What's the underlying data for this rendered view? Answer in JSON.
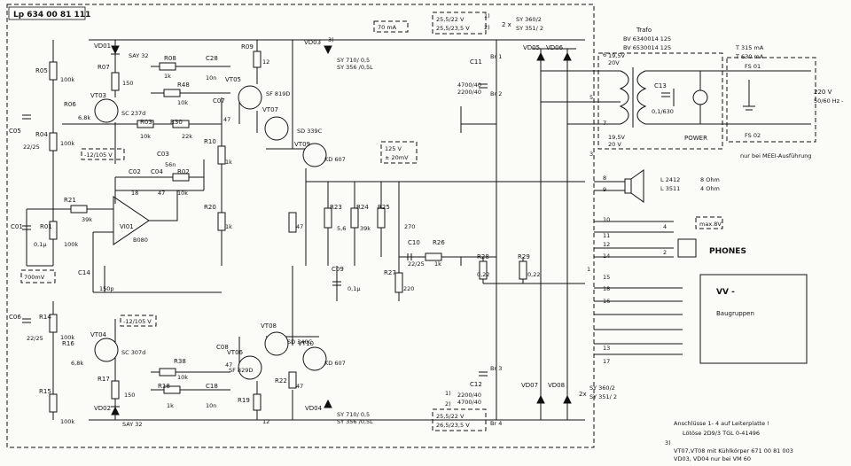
{
  "board_id": "Lp 634 00 81 111",
  "voltage_notes": {
    "top_rail": "25,5/22 V",
    "top_rail_2": "25,5/23,5 V",
    "bottom_rail": "25,5/22 V",
    "bottom_rail_2": "26,5/23,5 V",
    "neg_bias_1": "-12/105 V",
    "neg_bias_2": "-12/105 V",
    "current_70ma": "70 mA",
    "out_dc": "125 V",
    "out_dc_2": "± 20mV",
    "in_level": "700mV",
    "max_8v": "max.8V"
  },
  "references": {
    "note1": "1)",
    "note2": "2)",
    "note3": "3)",
    "note1b": "1)",
    "note2b": "2)",
    "note3b": "3)"
  },
  "components": [
    {
      "ref": "VD01",
      "val": "SAY 32"
    },
    {
      "ref": "R05",
      "val": "100k"
    },
    {
      "ref": "R07",
      "val": "150"
    },
    {
      "ref": "R08",
      "val": "1k"
    },
    {
      "ref": "C28",
      "val": "10n"
    },
    {
      "ref": "R48",
      "val": "10k"
    },
    {
      "ref": "VT03",
      "val": "SC 237d"
    },
    {
      "ref": "R06",
      "val": "6,8k"
    },
    {
      "ref": "C05",
      "val": "22/25"
    },
    {
      "ref": "R04",
      "val": "100k"
    },
    {
      "ref": "R03",
      "val": "10k"
    },
    {
      "ref": "R30",
      "val": "22k"
    },
    {
      "ref": "C03",
      "val": "56n"
    },
    {
      "ref": "C02",
      "val": "18"
    },
    {
      "ref": "C04",
      "val": "47"
    },
    {
      "ref": "R02",
      "val": "10k"
    },
    {
      "ref": "R21",
      "val": "39k"
    },
    {
      "ref": "VI01",
      "val": "B080"
    },
    {
      "ref": "C01",
      "val": "0,1µ"
    },
    {
      "ref": "R01",
      "val": "100k"
    },
    {
      "ref": "C14",
      "val": "150p"
    },
    {
      "ref": "R09",
      "val": "12"
    },
    {
      "ref": "VT05",
      "val": "SF 819D"
    },
    {
      "ref": "C07",
      "val": "47"
    },
    {
      "ref": "R10",
      "val": "1k"
    },
    {
      "ref": "R20",
      "val": "1k"
    },
    {
      "ref": "VD03",
      "val": "SY 710/ 0,5"
    },
    {
      "ref": "VD03b",
      "val": "SY 356 /0,5L"
    },
    {
      "ref": "VT07",
      "val": "SD 339C"
    },
    {
      "ref": "VT09",
      "val": "KD 607"
    },
    {
      "ref": "R21b",
      "val": "47"
    },
    {
      "ref": "R23",
      "val": "5,6"
    },
    {
      "ref": "R24",
      "val": "39k"
    },
    {
      "ref": "R25",
      "val": "270"
    },
    {
      "ref": "C10",
      "val": "22/25"
    },
    {
      "ref": "R26",
      "val": "1k"
    },
    {
      "ref": "C09",
      "val": "0,1µ"
    },
    {
      "ref": "R27",
      "val": "220"
    },
    {
      "ref": "R28",
      "val": "0,22"
    },
    {
      "ref": "R29",
      "val": "0,22"
    },
    {
      "ref": "C11",
      "val": "4700/40"
    },
    {
      "ref": "C11b",
      "val": "2200/40"
    },
    {
      "ref": "C12",
      "val": "2200/40"
    },
    {
      "ref": "C12b",
      "val": "4700/40"
    },
    {
      "ref": "VD05",
      "val": ""
    },
    {
      "ref": "VD06",
      "val": ""
    },
    {
      "ref": "VD07",
      "val": ""
    },
    {
      "ref": "VD08",
      "val": ""
    },
    {
      "ref": "C13",
      "val": "0,1/630"
    },
    {
      "ref": "C06",
      "val": "22/25"
    },
    {
      "ref": "R14",
      "val": "100k"
    },
    {
      "ref": "VT04",
      "val": "SC 307d"
    },
    {
      "ref": "R16",
      "val": "6,8k"
    },
    {
      "ref": "R17",
      "val": "150"
    },
    {
      "ref": "VD02",
      "val": "SAY 32"
    },
    {
      "ref": "R15",
      "val": "100k"
    },
    {
      "ref": "R38",
      "val": "10k"
    },
    {
      "ref": "R18",
      "val": "1k"
    },
    {
      "ref": "C18",
      "val": "10n"
    },
    {
      "ref": "C08",
      "val": "47"
    },
    {
      "ref": "VT06",
      "val": "SF 829D"
    },
    {
      "ref": "R19",
      "val": "12"
    },
    {
      "ref": "VT08",
      "val": "SD 340C"
    },
    {
      "ref": "VT10",
      "val": "KD 607"
    },
    {
      "ref": "R22",
      "val": "47"
    },
    {
      "ref": "VD04",
      "val": "SY 710/ 0,5"
    },
    {
      "ref": "VD04b",
      "val": "SY 356 /0,5L"
    }
  ],
  "bridge": {
    "label_top": "2 x",
    "part_top": "SY 360/2",
    "part_top_b": "SY 351/ 2",
    "label_bot": "2x",
    "part_bot": "SY 360/2",
    "part_bot_b": "SY 351/ 2",
    "br1": "Br 1",
    "br2": "Br 2",
    "br3": "Br 3",
    "br4": "Br 4"
  },
  "trafo": {
    "title": "Trafo",
    "part1": "BV 6340014 125",
    "part2": "BV 6530014 125",
    "sec1": "19,5V",
    "sec1b": "20V",
    "sec2": "19,5V",
    "sec2b": "20 V",
    "fuse1_rating": "T 315 mA",
    "fuse1b_rating": "T 630 mA",
    "fs01": "FS 01",
    "fs02": "FS 02",
    "mains": "220 V",
    "mains_freq": "50/60 Hz -",
    "power": "POWER",
    "meei_note": "nur bei MEEI-Ausführung"
  },
  "outputs": {
    "speaker1": "L 2412",
    "speaker1_ohm": "8 Ohm",
    "speaker2": "L 3511",
    "speaker2_ohm": "4 Ohm",
    "phones": "PHONES",
    "vv_title": "VV -",
    "vv_sub": "Baugruppen"
  },
  "pins": [
    "1",
    "2",
    "3",
    "4",
    "5",
    "6",
    "7",
    "8",
    "9",
    "10",
    "11",
    "12",
    "13",
    "14",
    "15",
    "16",
    "17",
    "18"
  ],
  "footer": {
    "line1": "Anschlüsse 1- 4  auf Leiterplatte !",
    "line2": "Lötöse  2D9/3 TGL 0-41496",
    "note3_line1": "VT07,VT08 mit Kühlkörper 671 00 81 003",
    "note3_line2": "VD03, VD04 nur bei VM 60"
  }
}
